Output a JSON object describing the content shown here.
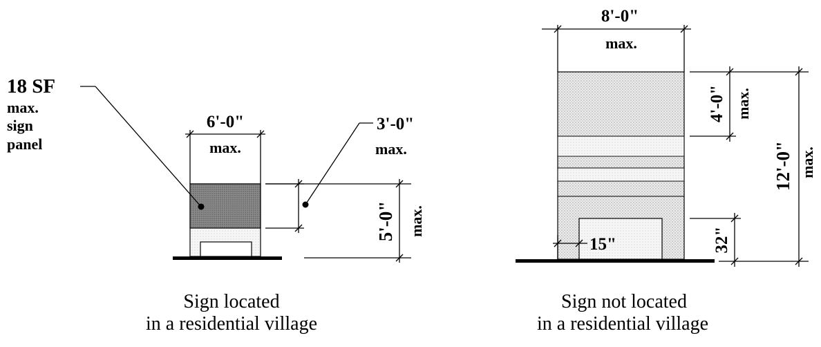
{
  "left_sign": {
    "area_label": "18 SF",
    "area_sub": [
      "max.",
      "sign",
      "panel"
    ],
    "width_label": "6'-0\"",
    "width_max": "max.",
    "panel_height_label": "3'-0\"",
    "panel_height_max": "max.",
    "height_label": "5'-0\"",
    "height_max": "max.",
    "caption": [
      "Sign located",
      "in a residential village"
    ]
  },
  "right_sign": {
    "width_label": "8'-0\"",
    "width_max": "max.",
    "panel_height_label": "4'-0\"",
    "panel_height_max": "max.",
    "height_label": "12'-0\"",
    "height_max": "max.",
    "base_height_label": "32\"",
    "offset_label": "15\"",
    "caption": [
      "Sign not located",
      "in a residential village"
    ]
  }
}
